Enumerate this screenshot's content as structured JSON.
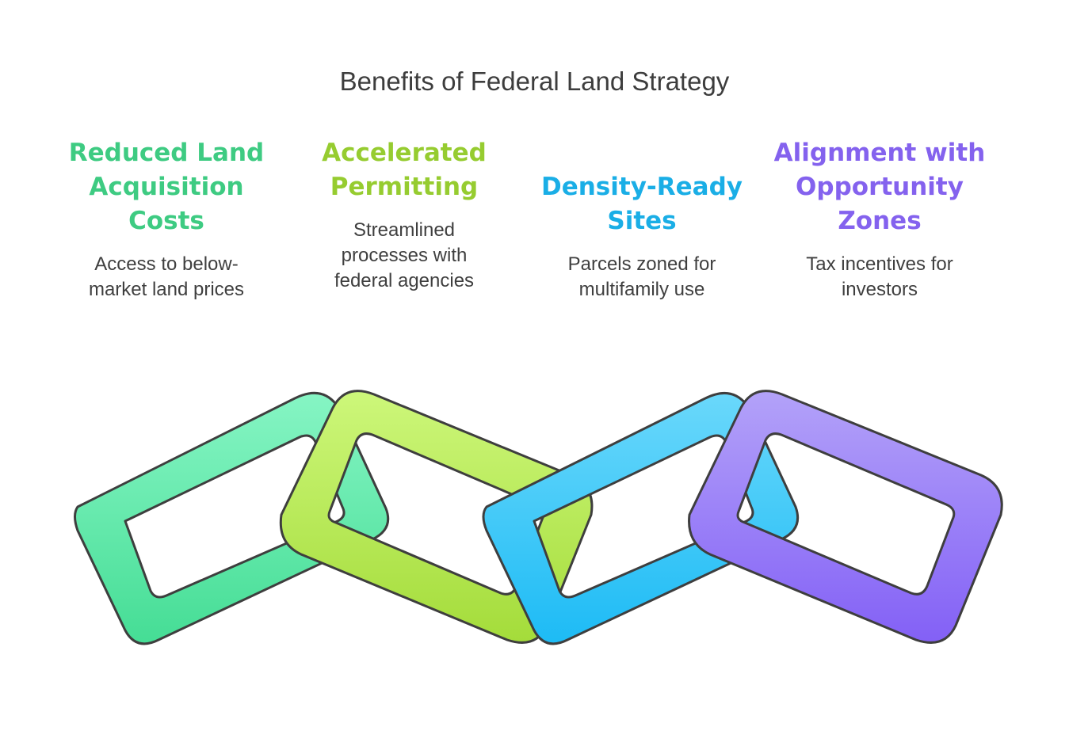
{
  "title": "Benefits of Federal Land Strategy",
  "benefits": [
    {
      "heading": "Reduced Land\nAcquisition\nCosts",
      "description": "Access to below-\nmarket land prices",
      "color": "#3ecb82"
    },
    {
      "heading": "Accelerated\nPermitting",
      "description": "Streamlined\nprocesses with\nfederal agencies",
      "color": "#96cc30"
    },
    {
      "heading": "Density-Ready\nSites",
      "description": "Parcels zoned for\nmultifamily use",
      "color": "#1aaee6"
    },
    {
      "heading": "Alignment with\nOpportunity\nZones",
      "description": "Tax incentives for\ninvestors",
      "color": "#8462ee"
    }
  ],
  "links": [
    {
      "top_color": "#86f5c4",
      "bottom_color": "#45dd95"
    },
    {
      "top_color": "#cdf77a",
      "bottom_color": "#a4dc3a"
    },
    {
      "top_color": "#6ad8fb",
      "bottom_color": "#1dbbf5"
    },
    {
      "top_color": "#b3a2f9",
      "bottom_color": "#8360f6"
    }
  ],
  "outline_color": "#3e3e3e"
}
